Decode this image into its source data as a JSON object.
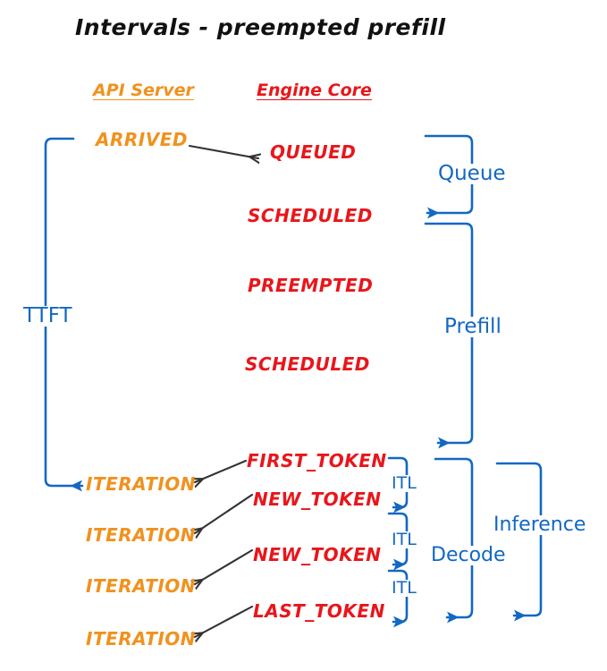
{
  "title": "Intervals - preempted prefill",
  "colors": {
    "api_server": "#F0921E",
    "engine_core": "#E8161B",
    "interval": "#1268C3",
    "transition_arrow": "#333333",
    "background": "#FFFFFF"
  },
  "columns": {
    "api_server": "API Server",
    "engine_core": "Engine Core"
  },
  "api_events": [
    {
      "label": "ARRIVED"
    },
    {
      "label": "ITERATION"
    },
    {
      "label": "ITERATION"
    },
    {
      "label": "ITERATION"
    },
    {
      "label": "ITERATION"
    }
  ],
  "engine_events": [
    {
      "label": "QUEUED"
    },
    {
      "label": "SCHEDULED"
    },
    {
      "label": "PREEMPTED"
    },
    {
      "label": "SCHEDULED"
    },
    {
      "label": "FIRST_TOKEN"
    },
    {
      "label": "NEW_TOKEN"
    },
    {
      "label": "NEW_TOKEN"
    },
    {
      "label": "LAST_TOKEN"
    }
  ],
  "intervals": [
    {
      "label": "TTFT"
    },
    {
      "label": "Queue"
    },
    {
      "label": "Prefill"
    },
    {
      "label": "ITL"
    },
    {
      "label": "ITL"
    },
    {
      "label": "ITL"
    },
    {
      "label": "Decode"
    },
    {
      "label": "Inference"
    }
  ],
  "arrows": [
    {
      "name": "arrived-to-queued",
      "from": "ARRIVED",
      "to": "QUEUED"
    },
    {
      "name": "first-token-to-iteration",
      "from": "FIRST_TOKEN",
      "to": "ITERATION"
    },
    {
      "name": "new-token-to-iteration-1",
      "from": "NEW_TOKEN",
      "to": "ITERATION"
    },
    {
      "name": "new-token-to-iteration-2",
      "from": "NEW_TOKEN",
      "to": "ITERATION"
    },
    {
      "name": "last-token-to-iteration",
      "from": "LAST_TOKEN",
      "to": "ITERATION"
    }
  ]
}
